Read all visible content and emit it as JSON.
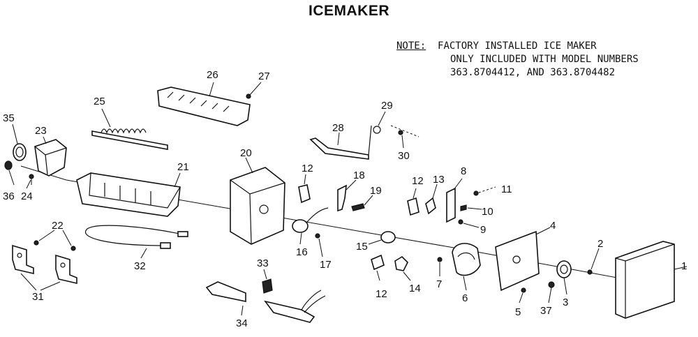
{
  "title": "ICEMAKER",
  "note": {
    "label": "NOTE:",
    "line1": "FACTORY INSTALLED ICE MAKER",
    "line2": "ONLY INCLUDED WITH MODEL NUMBERS",
    "line3": "363.8704412, AND 363.8704482"
  },
  "callouts": {
    "c1": "1",
    "c2": "2",
    "c3": "3",
    "c4": "4",
    "c5": "5",
    "c6": "6",
    "c7": "7",
    "c8": "8",
    "c9": "9",
    "c10": "10",
    "c11": "11",
    "c12a": "12",
    "c12b": "12",
    "c12c": "12",
    "c13": "13",
    "c14": "14",
    "c15": "15",
    "c16": "16",
    "c17": "17",
    "c18": "18",
    "c19": "19",
    "c20": "20",
    "c21": "21",
    "c22": "22",
    "c23": "23",
    "c24": "24",
    "c25": "25",
    "c26": "26",
    "c27": "27",
    "c28": "28",
    "c29": "29",
    "c30": "30",
    "c31": "31",
    "c32": "32",
    "c33": "33",
    "c34": "34",
    "c35": "35",
    "c36": "36",
    "c37": "37"
  }
}
